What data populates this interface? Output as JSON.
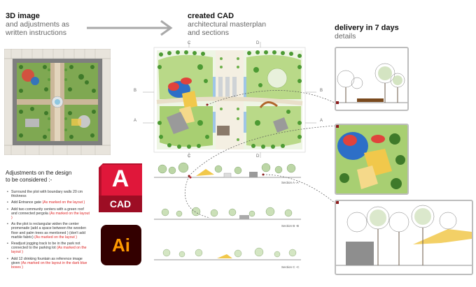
{
  "left_header": {
    "title": "3D image",
    "subtitle_line1": "and adjustments as",
    "subtitle_line2": "written instructions"
  },
  "center_header": {
    "title": "created CAD",
    "subtitle_line1": "architectural masterplan",
    "subtitle_line2": "and sections"
  },
  "right_header": {
    "title": "delivery in 7 days",
    "subtitle": "details"
  },
  "adjustments": {
    "heading_line1": "Adjustments on the design",
    "heading_line2": "to be considered :-",
    "items": [
      {
        "text": "Surround the plot with boundary walls 20 cm thickness",
        "note": ""
      },
      {
        "text": "Add Entrance gate",
        "note": "(As marked on the layout )"
      },
      {
        "text": "Add two community centers with a green roof and connected pergola",
        "note": "(As marked on the layout )"
      },
      {
        "text": "As the plot is rectangular widen the center promenade (add a space between the wooden floor and palm trees as mentioned ) (don't add marble fabric)",
        "note": "(As marked on the layout )"
      },
      {
        "text": "Readjust jogging track to be in the park not connected to the parking lot",
        "note": "(As marked on the layout )"
      },
      {
        "text": "Add 12 drinking fountain as reference image given",
        "note": "(As marked on the layout in the dark blue boxes )"
      }
    ]
  },
  "logos": {
    "autocad_letter": "A",
    "autocad_label": "CAD",
    "illustrator_label": "Ai"
  },
  "plan_markers": {
    "top_c": "C",
    "top_d": "D",
    "bottom_c": "C",
    "bottom_d": "D",
    "left_b": "B",
    "left_a": "A",
    "right_b": "B",
    "right_a": "A"
  },
  "sections": {
    "a": "Section A -A",
    "b": "Section B -B",
    "c": "Section C -C"
  },
  "colors": {
    "autocad_red": "#e0173a",
    "illustrator_bg": "#330000",
    "illustrator_orange": "#ff9a00",
    "grass": "#a8cf72",
    "tree": "#5a9e3a",
    "play_blue": "#2d6fc7",
    "play_red": "#e0433c",
    "play_yellow": "#f1c84b",
    "arrow_gray": "#aaaaaa"
  },
  "icons": [
    "autocad-logo",
    "illustrator-logo",
    "arrow-right-icon"
  ]
}
